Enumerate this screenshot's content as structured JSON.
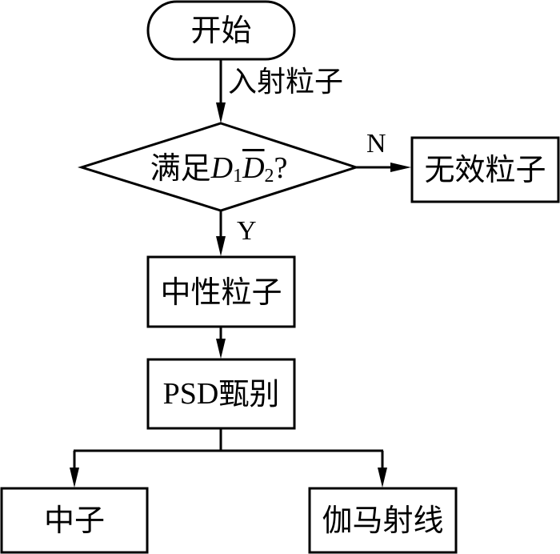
{
  "diagram": {
    "type": "flowchart",
    "nodes": {
      "start": {
        "label": "开始",
        "shape": "terminal"
      },
      "decision": {
        "label_prefix": "满足",
        "var1": "D",
        "sub1": "1",
        "var2": "D",
        "var2_overbar": true,
        "sub2": "2",
        "suffix": "?",
        "shape": "diamond"
      },
      "invalid": {
        "label": "无效粒子",
        "shape": "rectangle"
      },
      "neutral": {
        "label": "中性粒子",
        "shape": "rectangle"
      },
      "psd": {
        "label_latin": "PSD",
        "label_cjk": "甄别",
        "shape": "rectangle"
      },
      "neutron": {
        "label": "中子",
        "shape": "rectangle"
      },
      "gamma": {
        "label": "伽马射线",
        "shape": "rectangle"
      }
    },
    "edges": [
      {
        "from": "start",
        "to": "decision",
        "label": "入射粒子"
      },
      {
        "from": "decision",
        "to": "invalid",
        "label": "N"
      },
      {
        "from": "decision",
        "to": "neutral",
        "label": "Y"
      },
      {
        "from": "neutral",
        "to": "psd",
        "label": ""
      },
      {
        "from": "psd",
        "to": "neutron",
        "label": ""
      },
      {
        "from": "psd",
        "to": "gamma",
        "label": ""
      }
    ],
    "colors": {
      "stroke": "#000000",
      "fill": "#ffffff",
      "text": "#000000"
    }
  }
}
